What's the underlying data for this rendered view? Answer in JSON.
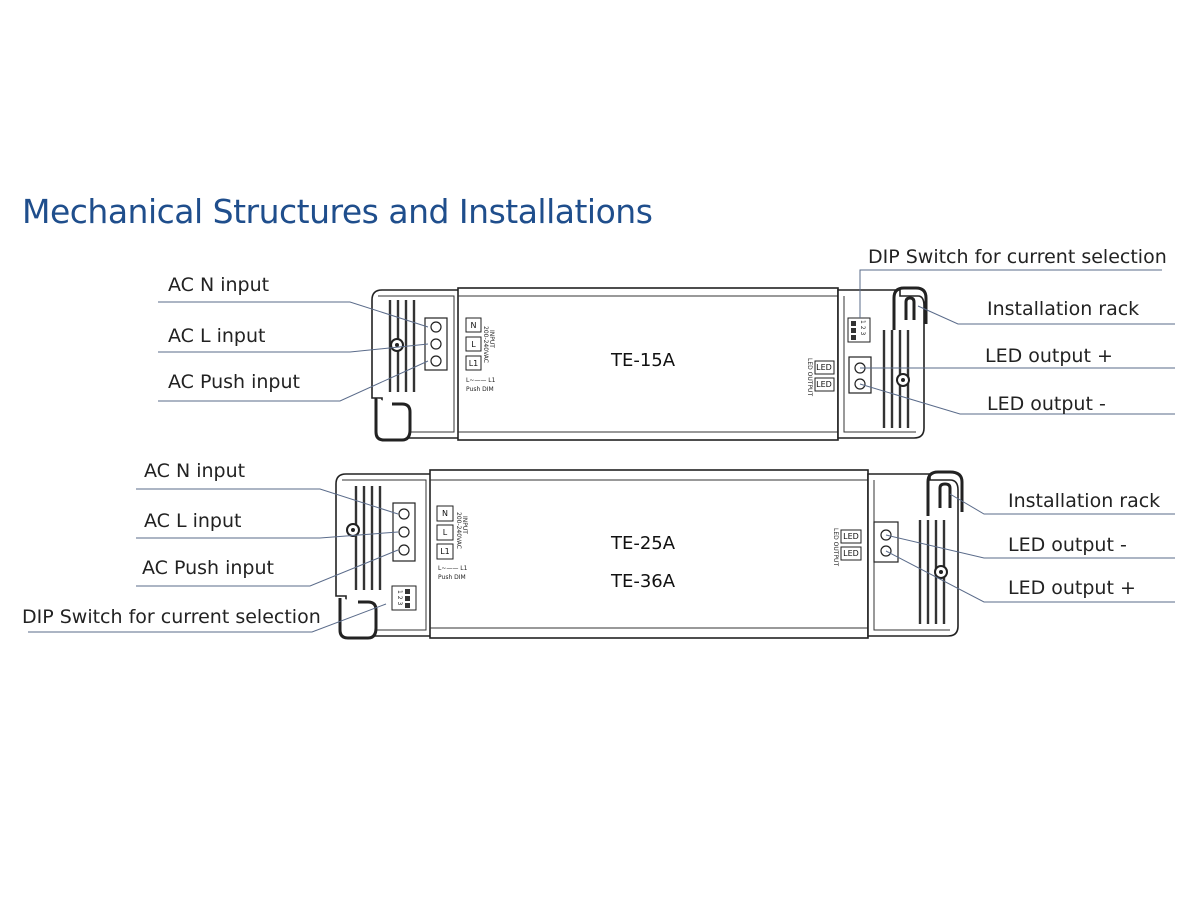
{
  "title": "Mechanical Structures and Installations",
  "unit_top": {
    "model": "TE-15A",
    "labels": {
      "ac_n": "AC N input",
      "ac_l": "AC L input",
      "ac_push": "AC Push input",
      "dip": "DIP Switch for current selection",
      "rack": "Installation rack",
      "led_plus": "LED output +",
      "led_minus": "LED output -"
    },
    "terminals": {
      "n": "N",
      "l": "L",
      "l1": "L1",
      "led_a": "LED",
      "led_b": "LED"
    },
    "markings": {
      "input": "INPUT",
      "voltage": "200-240VAC",
      "push": "L~—— L1",
      "push_dim": "Push DIM",
      "led_output": "LED OUTPUT",
      "dip_digits": "1 2 3"
    }
  },
  "unit_bottom": {
    "model_a": "TE-25A",
    "model_b": "TE-36A",
    "labels": {
      "ac_n": "AC N input",
      "ac_l": "AC L input",
      "ac_push": "AC Push input",
      "dip": "DIP Switch for current selection",
      "rack": "Installation rack",
      "led_minus": "LED output -",
      "led_plus": "LED output +"
    },
    "terminals": {
      "n": "N",
      "l": "L",
      "l1": "L1",
      "led_a": "LED",
      "led_b": "LED"
    },
    "markings": {
      "input": "INPUT",
      "voltage": "200-240VAC",
      "push": "L~—— L1",
      "push_dim": "Push DIM",
      "led_output": "LED OUTPUT",
      "dip_digits": "1 2 3"
    }
  }
}
